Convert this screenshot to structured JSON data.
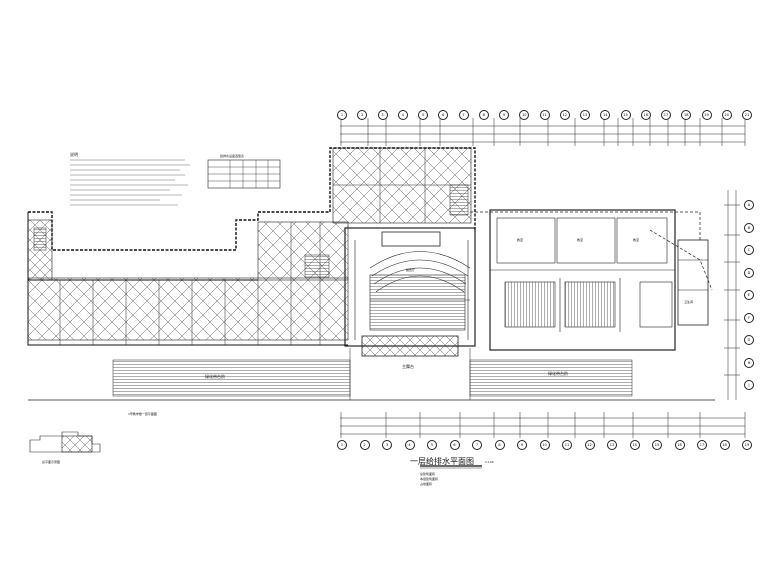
{
  "drawing": {
    "title": "一层给排水平面图",
    "scale": "1:100",
    "notes_title": "说明",
    "table_title": "给排水设备选型表",
    "left_building_label": "1号教学楼一层平面图",
    "stage_label": "主舞台",
    "stair_label_left": "绿化带台阶",
    "stair_label_right": "绿化带台阶",
    "room_labels": [
      "报告厅",
      "教室",
      "教室",
      "教室",
      "卫生间"
    ],
    "area_lines": [
      "总建筑面积",
      "本层建筑面积",
      "占地面积"
    ],
    "keymap_label": "总平面示意图"
  },
  "axes": {
    "top": [
      "1",
      "2",
      "3",
      "4",
      "5",
      "6",
      "7",
      "8",
      "9",
      "10",
      "11",
      "12",
      "13",
      "14",
      "15",
      "16",
      "17",
      "18",
      "19",
      "20",
      "21"
    ],
    "bottom": [
      "1",
      "2",
      "3",
      "4",
      "5",
      "6",
      "7",
      "8",
      "9",
      "10",
      "11",
      "12",
      "13",
      "14",
      "15",
      "16",
      "17",
      "18",
      "19"
    ],
    "right": [
      "A",
      "B",
      "C",
      "D",
      "E",
      "F",
      "G",
      "H",
      "J"
    ]
  }
}
